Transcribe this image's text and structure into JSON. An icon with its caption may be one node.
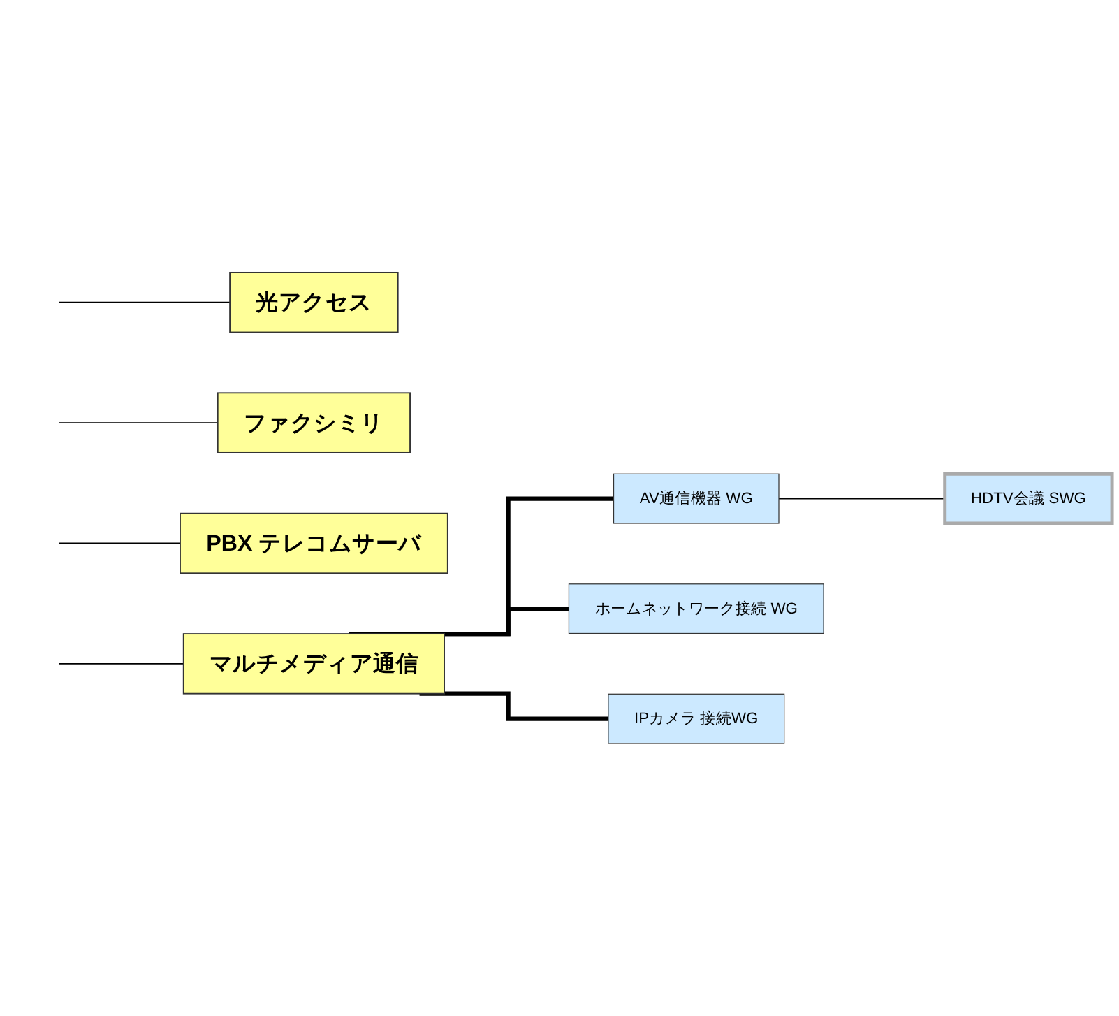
{
  "diagram": {
    "nodes": [
      {
        "text": [
          "光アクセス"
        ]
      },
      {
        "text": [
          "ファクシミリ"
        ]
      },
      {
        "text": [
          "PBX テレコムサーバ"
        ]
      },
      {
        "text": [
          "マルチメディア通信"
        ]
      },
      {
        "text": [
          "AV通信機器 WG"
        ]
      },
      {
        "text": [
          "ホームネットワーク接続 WG"
        ]
      },
      {
        "text": [
          "IPカメラ 接続WG"
        ]
      },
      {
        "text": [
          "HDTV会議 SWG"
        ]
      }
    ],
    "edges": [
      {
        "from": null,
        "to": 0,
        "arrow": "none"
      },
      {
        "from": null,
        "to": 1,
        "arrow": "none"
      },
      {
        "from": null,
        "to": 2,
        "arrow": "none"
      },
      {
        "from": null,
        "to": 3,
        "arrow": "none"
      },
      {
        "from": 3,
        "to": 4,
        "arrow": "none",
        "style": "thick"
      },
      {
        "from": 3,
        "to": 5,
        "arrow": "none",
        "style": "thick"
      },
      {
        "from": 3,
        "to": 6,
        "arrow": "none",
        "style": "thick"
      },
      {
        "from": 4,
        "to": 7,
        "arrow": "none"
      }
    ]
  }
}
